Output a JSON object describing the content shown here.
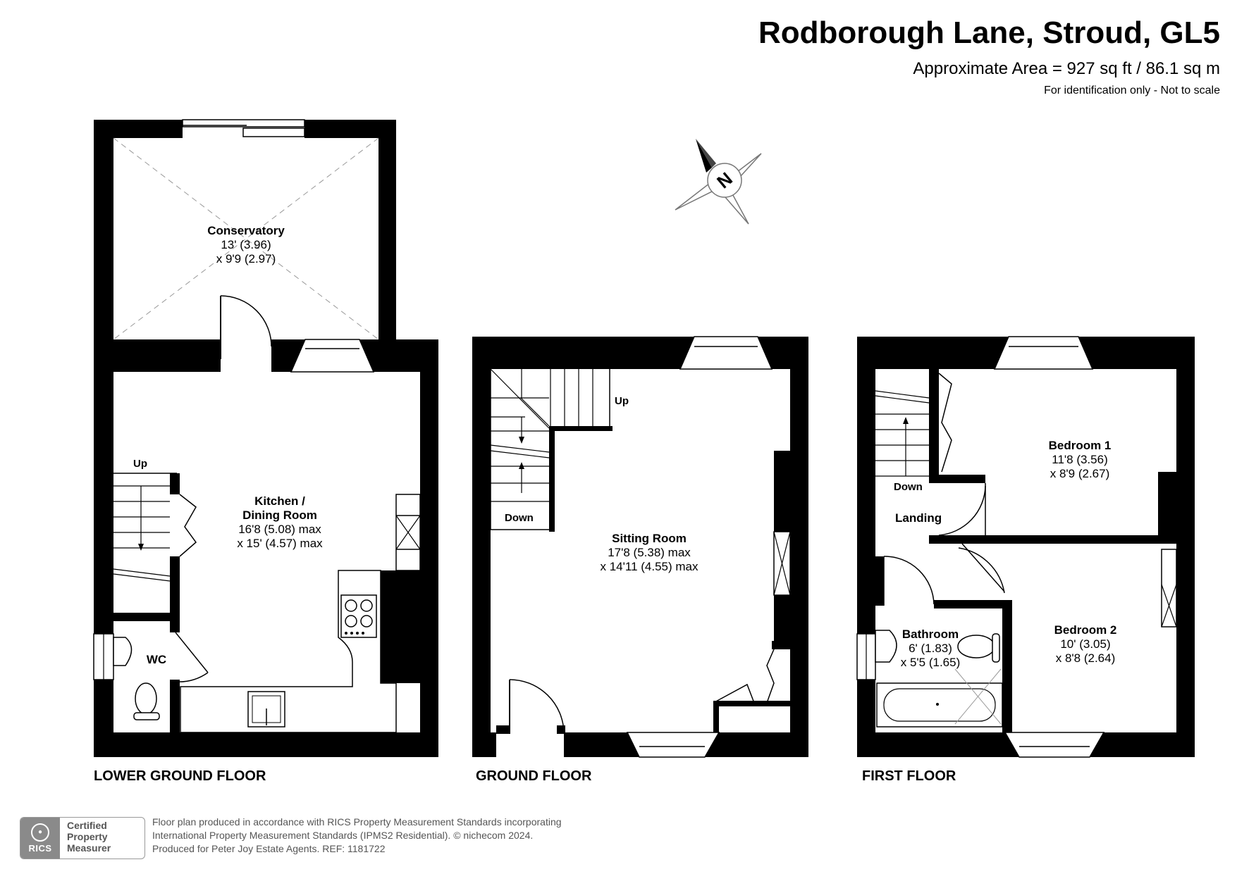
{
  "header": {
    "title": "Rodborough Lane, Stroud, GL5",
    "area": "Approximate Area = 927 sq ft / 86.1 sq m",
    "note": "For identification only - Not to scale"
  },
  "compass": {
    "label": "N"
  },
  "floors": {
    "lower_ground": {
      "label": "LOWER GROUND FLOOR",
      "conservatory": {
        "name": "Conservatory",
        "dim1": "13' (3.96)",
        "dim2": "x 9'9 (2.97)"
      },
      "kitchen": {
        "name1": "Kitchen /",
        "name2": "Dining Room",
        "dim1": "16'8 (5.08) max",
        "dim2": "x 15' (4.57) max"
      },
      "wc": {
        "name": "WC"
      },
      "stairs_label": "Up"
    },
    "ground": {
      "label": "GROUND FLOOR",
      "sitting_room": {
        "name": "Sitting Room",
        "dim1": "17'8 (5.38) max",
        "dim2": "x 14'11 (4.55) max"
      },
      "stairs_up": "Up",
      "stairs_down": "Down"
    },
    "first": {
      "label": "FIRST FLOOR",
      "bedroom1": {
        "name": "Bedroom 1",
        "dim1": "11'8 (3.56)",
        "dim2": "x 8'9 (2.67)"
      },
      "bedroom2": {
        "name": "Bedroom 2",
        "dim1": "10' (3.05)",
        "dim2": "x 8'8 (2.64)"
      },
      "bathroom": {
        "name": "Bathroom",
        "dim1": "6' (1.83)",
        "dim2": "x 5'5 (1.65)"
      },
      "landing": {
        "name": "Landing"
      },
      "stairs_down": "Down"
    }
  },
  "badge": {
    "rics": "RICS",
    "line1": "Certified",
    "line2": "Property",
    "line3": "Measurer"
  },
  "footer": {
    "line1": "Floor plan produced in accordance with RICS Property Measurement Standards incorporating",
    "line2": "International Property Measurement Standards (IPMS2 Residential).   © nichecom 2024.",
    "line3": "Produced for Peter Joy Estate Agents.   REF: 1181722"
  }
}
